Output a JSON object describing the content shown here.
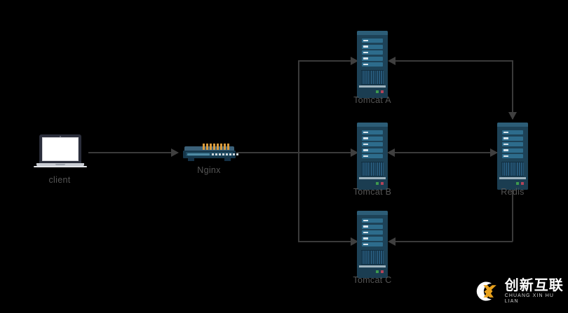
{
  "diagram": {
    "background_color": "#000000",
    "line_color": "#3a3a3a",
    "label_color": "#555555",
    "nodes": {
      "client": {
        "label": "client",
        "icon": "laptop-icon"
      },
      "nginx": {
        "label": "Nginx",
        "icon": "network-switch-icon"
      },
      "tomcat_a": {
        "label": "Tomcat A",
        "icon": "server-tower-icon"
      },
      "tomcat_b": {
        "label": "Tomcat B",
        "icon": "server-tower-icon"
      },
      "tomcat_c": {
        "label": "Tomcat C",
        "icon": "server-tower-icon"
      },
      "redis": {
        "label": "Redis",
        "icon": "server-tower-icon"
      }
    },
    "edges": [
      {
        "from": "client",
        "to": "nginx",
        "direction": "forward"
      },
      {
        "from": "nginx",
        "to": "tomcat_a",
        "direction": "forward"
      },
      {
        "from": "nginx",
        "to": "tomcat_b",
        "direction": "forward"
      },
      {
        "from": "nginx",
        "to": "tomcat_c",
        "direction": "forward"
      },
      {
        "from": "tomcat_a",
        "to": "redis",
        "direction": "forward"
      },
      {
        "from": "tomcat_b",
        "to": "redis",
        "direction": "bidirectional"
      },
      {
        "from": "redis",
        "to": "tomcat_c",
        "direction": "forward"
      }
    ]
  },
  "watermark": {
    "brand_cn": "创新互联",
    "brand_pinyin": "CHUANG XIN HU LIAN",
    "mark": "c-x-logo-icon",
    "accent_color": "#e8a11c"
  }
}
